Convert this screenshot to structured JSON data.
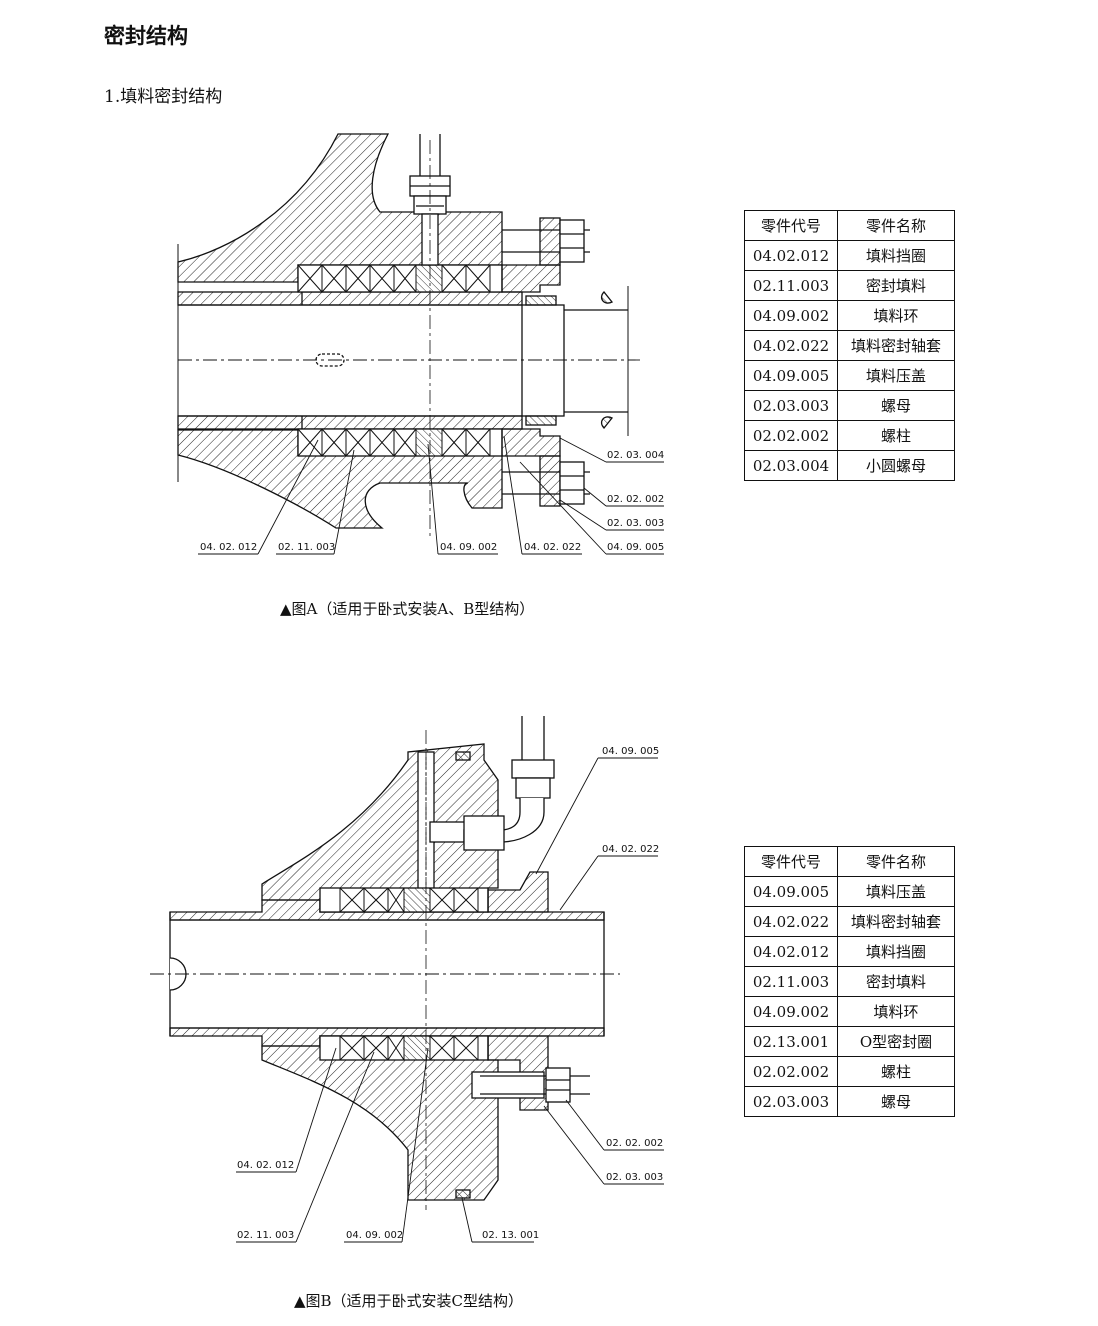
{
  "page_title": "密封结构",
  "section_title": "1.填料密封结构",
  "figure_a": {
    "caption": "▲图A（适用于卧式安装A、B型结构）",
    "labels": {
      "l_020304_top": "02. 03. 004",
      "l_020202": "02. 02. 002",
      "l_020303": "02. 03. 003",
      "l_040905": "04. 09. 005",
      "l_040212": "04. 02. 012",
      "l_021103": "02. 11. 003",
      "l_040902": "04. 09. 002",
      "l_040222": "04. 02. 022"
    },
    "table": {
      "headers": [
        "零件代号",
        "零件名称"
      ],
      "rows": [
        [
          "04.02.012",
          "填料挡圈"
        ],
        [
          "02.11.003",
          "密封填料"
        ],
        [
          "04.09.002",
          "填料环"
        ],
        [
          "04.02.022",
          "填料密封轴套"
        ],
        [
          "04.09.005",
          "填料压盖"
        ],
        [
          "02.03.003",
          "螺母"
        ],
        [
          "02.02.002",
          "螺柱"
        ],
        [
          "02.03.004",
          "小圆螺母"
        ]
      ]
    }
  },
  "figure_b": {
    "caption": "▲图B（适用于卧式安装C型结构）",
    "labels": {
      "l_040905": "04. 09. 005",
      "l_040222": "04. 02. 022",
      "l_020202": "02. 02. 002",
      "l_020303": "02. 03. 003",
      "l_040212": "04. 02. 012",
      "l_021103": "02. 11. 003",
      "l_040902": "04. 09. 002",
      "l_021301": "02. 13. 001"
    },
    "table": {
      "headers": [
        "零件代号",
        "零件名称"
      ],
      "rows": [
        [
          "04.09.005",
          "填料压盖"
        ],
        [
          "04.02.022",
          "填料密封轴套"
        ],
        [
          "04.02.012",
          "填料挡圈"
        ],
        [
          "02.11.003",
          "密封填料"
        ],
        [
          "04.09.002",
          "填料环"
        ],
        [
          "02.13.001",
          "O型密封圈"
        ],
        [
          "02.02.002",
          "螺柱"
        ],
        [
          "02.03.003",
          "螺母"
        ]
      ]
    }
  }
}
